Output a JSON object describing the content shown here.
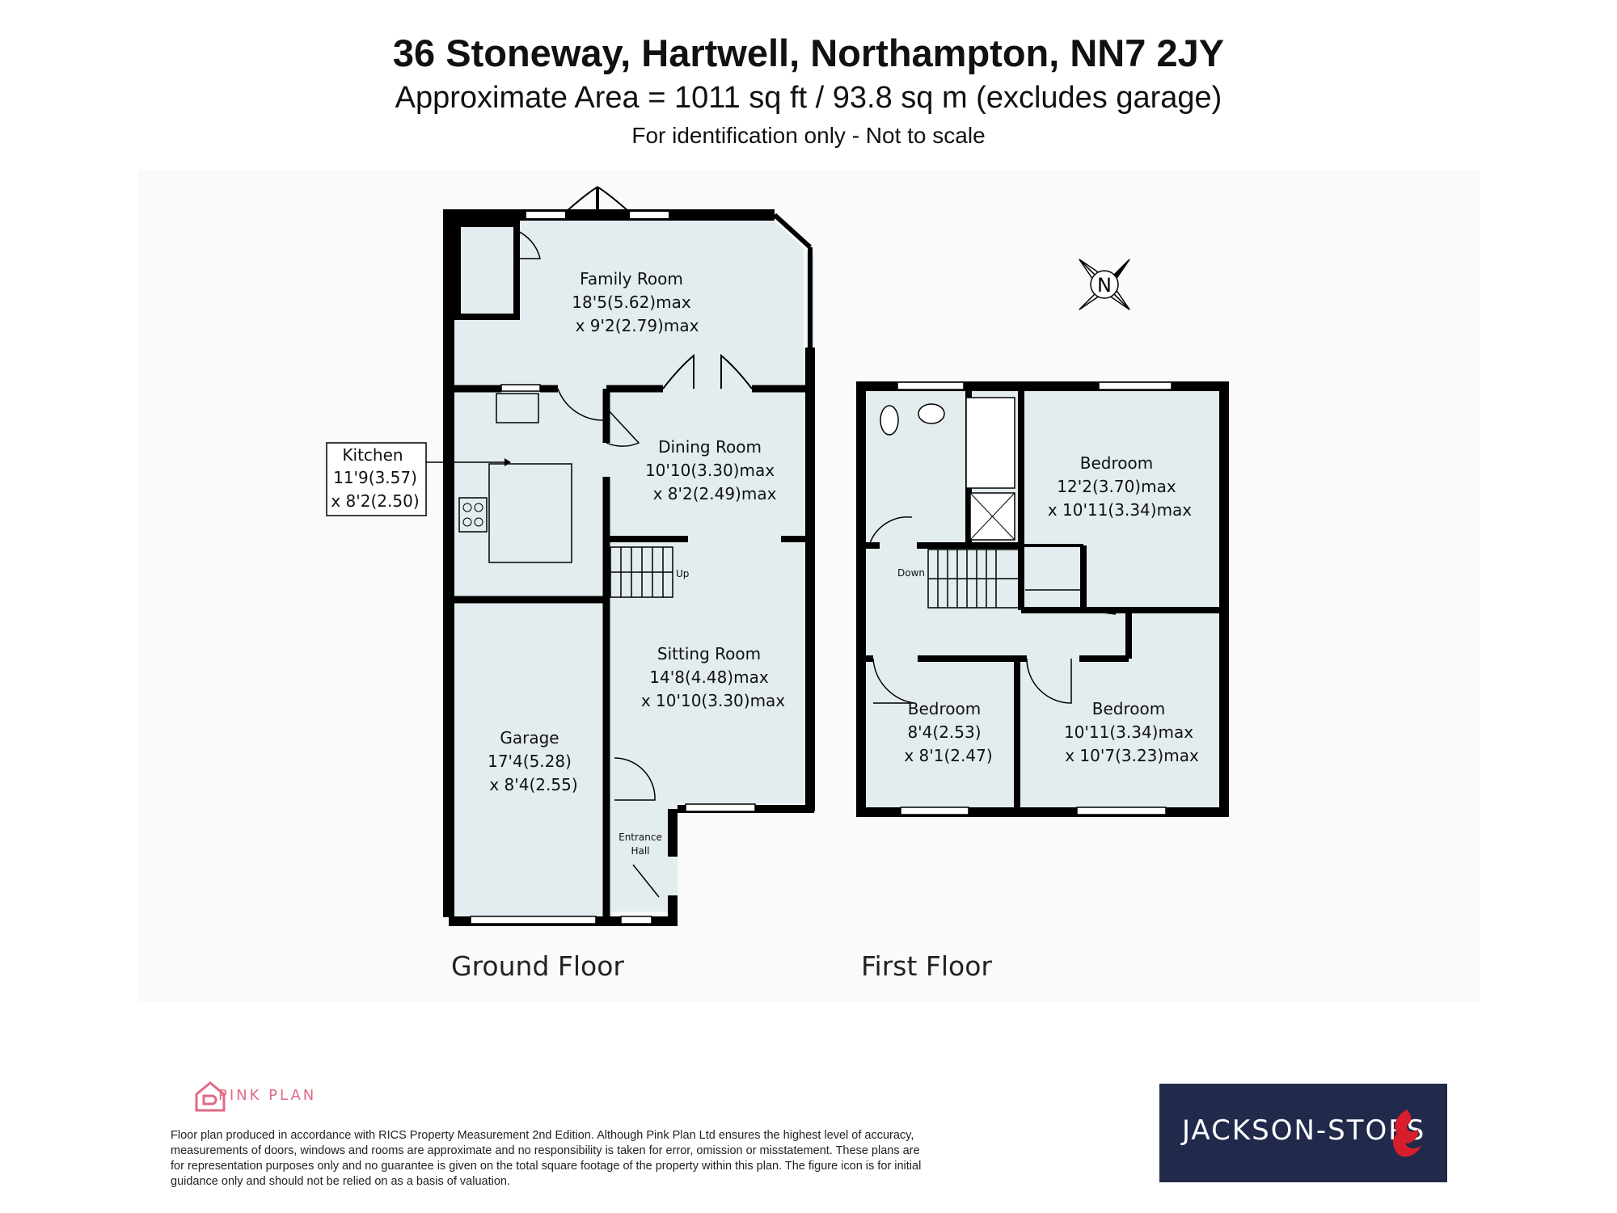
{
  "header": {
    "title": "36 Stoneway, Hartwell, Northampton, NN7 2JY",
    "area": "Approximate Area = 1011 sq ft / 93.8 sq m (excludes garage)",
    "note": "For identification only - Not to scale"
  },
  "ground_floor": {
    "label": "Ground Floor",
    "rooms": {
      "family": {
        "name": "Family Room",
        "dim1": "18'5(5.62)max",
        "dim2": "x 9'2(2.79)max"
      },
      "dining": {
        "name": "Dining Room",
        "dim1": "10'10(3.30)max",
        "dim2": "x 8'2(2.49)max"
      },
      "kitchen": {
        "name": "Kitchen",
        "dim1": "11'9(3.57)",
        "dim2": "x 8'2(2.50)"
      },
      "sitting": {
        "name": "Sitting Room",
        "dim1": "14'8(4.48)max",
        "dim2": "x 10'10(3.30)max"
      },
      "garage": {
        "name": "Garage",
        "dim1": "17'4(5.28)",
        "dim2": "x 8'4(2.55)"
      },
      "hall": {
        "name1": "Entrance",
        "name2": "Hall"
      }
    },
    "stairs_label": "Up"
  },
  "first_floor": {
    "label": "First Floor",
    "rooms": {
      "bed1": {
        "name": "Bedroom",
        "dim1": "12'2(3.70)max",
        "dim2": "x 10'11(3.34)max"
      },
      "bed2": {
        "name": "Bedroom",
        "dim1": "8'4(2.53)",
        "dim2": "x 8'1(2.47)"
      },
      "bed3": {
        "name": "Bedroom",
        "dim1": "10'11(3.34)max",
        "dim2": "x 10'7(3.23)max"
      }
    },
    "stairs_label": "Down"
  },
  "compass": {
    "label": "N",
    "icon": "compass-icon"
  },
  "footer": {
    "brand": "PINK PLAN",
    "brand_color": "#e06a85",
    "disclaimer": "Floor plan produced in accordance with RICS Property Measurement 2nd Edition. Although Pink Plan Ltd ensures the highest level of accuracy, measurements of doors, windows and rooms are approximate and no responsibility is taken for error, omission or misstatement. These plans are for representation purposes only and no guarantee is given on the total square footage of the property within this plan. The figure icon is for initial guidance only and should not be relied on as a basis of valuation.",
    "agent": "JACKSON-STOPS",
    "agent_bg": "#222a4c"
  },
  "colors": {
    "room_fill": "#e3ecee",
    "wall": "#000000",
    "page_bg": "#fafafa"
  }
}
